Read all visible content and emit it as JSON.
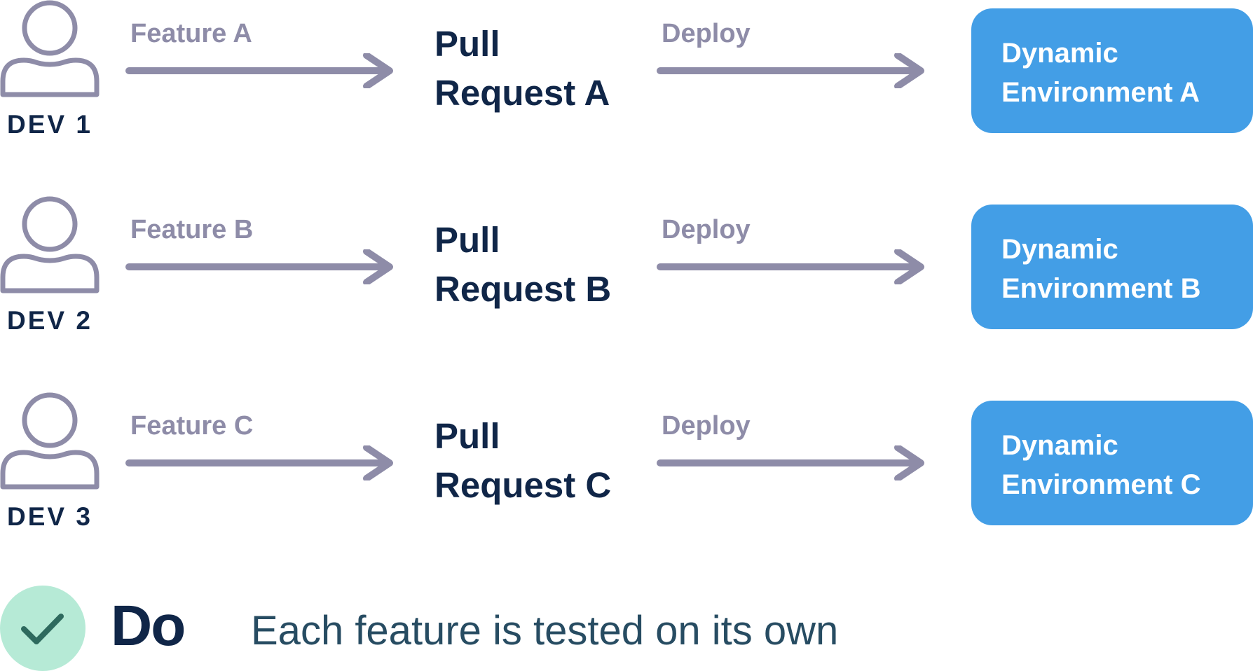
{
  "colors": {
    "dark_text": "#102648",
    "muted_label": "#8e8ca8",
    "arrow": "#8e8ca8",
    "env_box": "#439ee6",
    "env_text": "#ffffff",
    "check_circle": "#b6ead6",
    "check_mark": "#2e6a5e"
  },
  "rows": [
    {
      "dev_label": "DEV 1",
      "icon": "person-icon",
      "feature_label": "Feature A",
      "pull_request": "Pull\nRequest A",
      "deploy_label": "Deploy",
      "environment": "Dynamic\nEnvironment A"
    },
    {
      "dev_label": "DEV 2",
      "icon": "person-icon",
      "feature_label": "Feature B",
      "pull_request": "Pull\nRequest B",
      "deploy_label": "Deploy",
      "environment": "Dynamic\nEnvironment B"
    },
    {
      "dev_label": "DEV 3",
      "icon": "person-icon",
      "feature_label": "Feature C",
      "pull_request": "Pull\nRequest C",
      "deploy_label": "Deploy",
      "environment": "Dynamic\nEnvironment C"
    }
  ],
  "footer": {
    "icon": "check-icon",
    "title": "Do",
    "description": "Each feature is tested on its own"
  }
}
